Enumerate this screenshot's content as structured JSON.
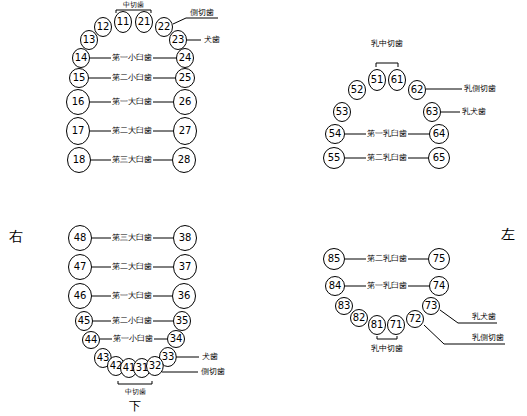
{
  "diagram": {
    "nodes": [
      {
        "text": [
          "11"
        ]
      },
      {
        "text": [
          "21"
        ]
      },
      {
        "text": [
          "12"
        ]
      },
      {
        "text": [
          "22"
        ]
      },
      {
        "text": [
          "13"
        ]
      },
      {
        "text": [
          "23"
        ]
      },
      {
        "text": [
          "14"
        ]
      },
      {
        "text": [
          "24"
        ]
      },
      {
        "text": [
          "15"
        ]
      },
      {
        "text": [
          "25"
        ]
      },
      {
        "text": [
          "16"
        ]
      },
      {
        "text": [
          "26"
        ]
      },
      {
        "text": [
          "17"
        ]
      },
      {
        "text": [
          "27"
        ]
      },
      {
        "text": [
          "18"
        ]
      },
      {
        "text": [
          "28"
        ]
      },
      {
        "text": [
          "48"
        ]
      },
      {
        "text": [
          "38"
        ]
      },
      {
        "text": [
          "47"
        ]
      },
      {
        "text": [
          "37"
        ]
      },
      {
        "text": [
          "46"
        ]
      },
      {
        "text": [
          "36"
        ]
      },
      {
        "text": [
          "45"
        ]
      },
      {
        "text": [
          "35"
        ]
      },
      {
        "text": [
          "44"
        ]
      },
      {
        "text": [
          "34"
        ]
      },
      {
        "text": [
          "43"
        ]
      },
      {
        "text": [
          "33"
        ]
      },
      {
        "text": [
          "42"
        ]
      },
      {
        "text": [
          "41"
        ]
      },
      {
        "text": [
          "31"
        ]
      },
      {
        "text": [
          "32"
        ]
      },
      {
        "text": [
          "51"
        ]
      },
      {
        "text": [
          "61"
        ]
      },
      {
        "text": [
          "52"
        ]
      },
      {
        "text": [
          "62"
        ]
      },
      {
        "text": [
          "53"
        ]
      },
      {
        "text": [
          "63"
        ]
      },
      {
        "text": [
          "54"
        ]
      },
      {
        "text": [
          "64"
        ]
      },
      {
        "text": [
          "55"
        ]
      },
      {
        "text": [
          "65"
        ]
      },
      {
        "text": [
          "85"
        ]
      },
      {
        "text": [
          "75"
        ]
      },
      {
        "text": [
          "84"
        ]
      },
      {
        "text": [
          "74"
        ]
      },
      {
        "text": [
          "83"
        ]
      },
      {
        "text": [
          "73"
        ]
      },
      {
        "text": [
          "82"
        ]
      },
      {
        "text": [
          "72"
        ]
      },
      {
        "text": [
          "81"
        ]
      },
      {
        "text": [
          "71"
        ]
      }
    ],
    "labels": [
      "中切歯",
      "側切歯",
      "犬歯",
      "第一小臼歯",
      "第二小臼歯",
      "第一大臼歯",
      "第二大臼歯",
      "第三大臼歯",
      "右",
      "第三大臼歯",
      "第二大臼歯",
      "第一大臼歯",
      "第二小臼歯",
      "第一小臼歯",
      "犬歯",
      "側切歯",
      "中切歯",
      "下",
      "乳中切歯",
      "乳側切歯",
      "乳犬歯",
      "第一乳臼歯",
      "第二乳臼歯",
      "左",
      "第二乳臼歯",
      "第一乳臼歯",
      "乳犬歯",
      "乳側切歯",
      "乳中切歯"
    ]
  }
}
